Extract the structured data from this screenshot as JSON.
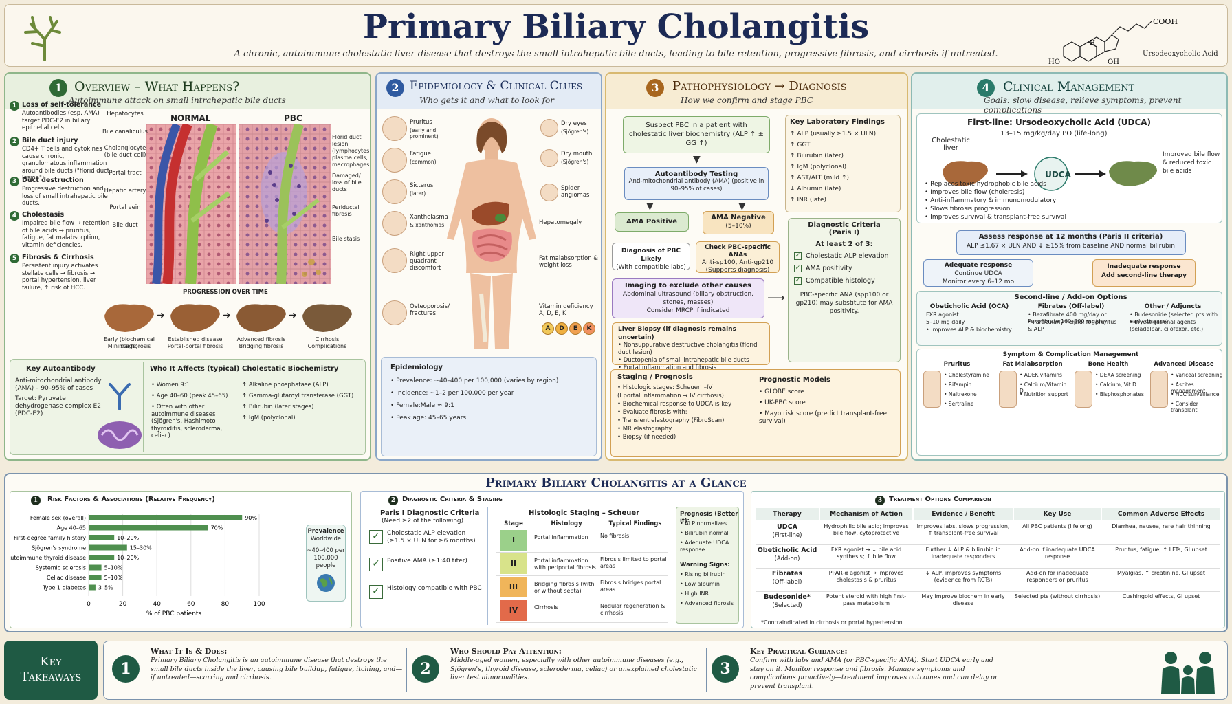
{
  "header": {
    "title": "Primary Biliary Cholangitis",
    "subtitle": "A chronic, autoimmune cholestatic liver disease that destroys the small intrahepatic bile ducts, leading to bile retention, progressive fibrosis, and cirrhosis if untreated.",
    "molecule_label": "Ursodeoxycholic Acid",
    "molecule_cooh": "COOH",
    "molecule_h": "H",
    "molecule_ho": "HO",
    "molecule_oh": "OH"
  },
  "overview": {
    "num": "1",
    "title": "Overview – What Happens?",
    "subtitle": "Autoimmune attack on small intrahepatic bile ducts",
    "steps": [
      {
        "n": "1",
        "title": "Loss of self-tolerance",
        "text": "Autoantibodies (esp. AMA) target PDC-E2 in biliary epithelial cells."
      },
      {
        "n": "2",
        "title": "Bile duct injury",
        "text": "CD4+ T cells and cytokines cause chronic, granulomatous inflammation around bile ducts (\"florid duct lesion\")."
      },
      {
        "n": "3",
        "title": "Duct destruction",
        "text": "Progressive destruction and loss of small intrahepatic bile ducts."
      },
      {
        "n": "4",
        "title": "Cholestasis",
        "text": "Impaired bile flow → retention of bile acids → pruritus, fatigue, fat malabsorption, vitamin deficiencies."
      },
      {
        "n": "5",
        "title": "Fibrosis & Cirrhosis",
        "text": "Persistent injury activates stellate cells → fibrosis → portal hypertension, liver failure, ↑ risk of HCC."
      }
    ],
    "normal_label": "NORMAL",
    "pbc_label": "PBC",
    "left_labels": [
      "Hepatocytes",
      "Bile canaliculus",
      "Cholangiocyte (bile duct cell)",
      "Portal tract",
      "Hepatic artery",
      "Portal vein",
      "Bile duct"
    ],
    "right_labels": [
      "Florid duct lesion (lymphocytes, plasma cells, macrophages)",
      "Damaged/ loss of bile ducts",
      "Periductal fibrosis",
      "Bile stasis"
    ],
    "progression_title": "PROGRESSION OVER TIME",
    "progression": [
      {
        "l1": "Early (biochemical stage)",
        "l2": "Minimal fibrosis"
      },
      {
        "l1": "Established disease",
        "l2": "Portal-portal fibrosis"
      },
      {
        "l1": "Advanced fibrosis",
        "l2": "Bridging fibrosis"
      },
      {
        "l1": "Cirrhosis",
        "l2": "Complications"
      }
    ],
    "key_auto_title": "Key Autoantibody",
    "key_auto_text1": "Anti-mitochondrial antibody (AMA) – 90–95% of cases",
    "key_auto_text2": "Target: Pyruvate dehydrogenase complex E2 (PDC-E2)",
    "who_title": "Who It Affects (typical)",
    "who_items": [
      "Women 9:1",
      "Age 40–60 (peak 45–65)",
      "Often with other autoimmune diseases (Sjögren's, Hashimoto thyroiditis, scleroderma, celiac)"
    ],
    "chol_title": "Cholestatic Biochemistry",
    "chol_items": [
      "↑ Alkaline phosphatase (ALP)",
      "↑ Gamma-glutamyl transferase (GGT)",
      "↑ Bilirubin (later stages)",
      "↑ IgM (polyclonal)"
    ]
  },
  "epi": {
    "num": "2",
    "title": "Epidemiology & Clinical Clues",
    "subtitle": "Who gets it and what to look for",
    "left_signs": [
      {
        "t": "Pruritus",
        "s": "(early and prominent)"
      },
      {
        "t": "Fatigue",
        "s": "(common)"
      },
      {
        "t": "Sicterus",
        "s": "(later)"
      },
      {
        "t": "Xanthelasma",
        "s": "& xanthomas"
      },
      {
        "t": "Right upper quadrant discomfort",
        "s": ""
      },
      {
        "t": "Osteoporosis/ fractures",
        "s": ""
      }
    ],
    "right_signs": [
      {
        "t": "Dry eyes",
        "s": "(Sjögren's)"
      },
      {
        "t": "Dry mouth",
        "s": "(Sjögren's)"
      },
      {
        "t": "Spider angiomas",
        "s": ""
      },
      {
        "t": "Hepatomegaly",
        "s": ""
      },
      {
        "t": "Fat malabsorption & weight loss",
        "s": ""
      },
      {
        "t": "Vitamin deficiency A, D, E, K",
        "s": ""
      }
    ],
    "vitamins": [
      "A",
      "D",
      "E",
      "K"
    ],
    "epi_title": "Epidemiology",
    "epi_items": [
      "Prevalence: ~40–400 per 100,000 (varies by region)",
      "Incidence: ~1–2 per 100,000 per year",
      "Female:Male ≈ 9:1",
      "Peak age: 45–65 years"
    ]
  },
  "patho": {
    "num": "3",
    "title": "Pathophysiology → Diagnosis",
    "subtitle": "How we confirm and stage PBC",
    "suspect": "Suspect PBC in a patient with cholestatic liver biochemistry (ALP ↑ ± GG ↑)",
    "auto_title": "Autoantibody Testing",
    "auto_text": "Anti-mitochondrial antibody (AMA) (positive in 90–95% of cases)",
    "ama_pos": "AMA Positive",
    "ama_neg": "AMA Negative",
    "ama_neg_sub": "(5–10%)",
    "diag_likely": "Diagnosis of PBC Likely",
    "diag_likely_sub": "(With compatible labs)",
    "check_title": "Check PBC-specific ANAs",
    "check_text": "Anti-sp100, Anti-gp210 (Supports diagnosis)",
    "imaging_title": "Imaging to exclude other causes",
    "imaging_text": "Abdominal ultrasound (biliary obstruction, stones, masses)",
    "imaging_text2": "Consider MRCP if indicated",
    "biopsy_title": "Liver Biopsy (if diagnosis remains uncertain)",
    "biopsy_items": [
      "Nonsuppurative destructive cholangitis (florid duct lesion)",
      "Ductopenia of small intrahepatic bile ducts",
      "Portal inflammation and fibrosis"
    ],
    "labs_title": "Key Laboratory Findings",
    "labs": [
      "↑ ALP (usually ≥1.5 × ULN)",
      "↑ GGT",
      "↑ Bilirubin (later)",
      "↑ IgM (polyclonal)",
      "↑ AST/ALT (mild ↑)",
      "↓ Albumin (late)",
      "↑ INR (late)"
    ],
    "crit_title": "Diagnostic Criteria",
    "crit_sub": "(Paris I)",
    "crit_lead": "At least 2 of 3:",
    "crit_items": [
      "Cholestatic ALP elevation",
      "AMA positivity",
      "Compatible histology"
    ],
    "crit_note": "PBC-specific ANA (spp100 or gp210) may substitute for AMA positivity.",
    "stage_title": "Staging / Prognosis",
    "stage_items": [
      "Histologic stages: Scheuer I–IV",
      "(I portal inflammation → IV cirrhosis)",
      "Biochemical response to UDCA is key",
      "Evaluate fibrosis with:",
      "• Transient elastography (FibroScan)",
      "• MR elastography",
      "• Biopsy (if needed)"
    ],
    "prog_title": "Prognostic Models",
    "prog_items": [
      "GLOBE score",
      "UK-PBC score",
      "Mayo risk score (predict transplant-free survival)"
    ]
  },
  "mgmt": {
    "num": "4",
    "title": "Clinical Management",
    "subtitle": "Goals: slow disease, relieve symptoms, prevent complications",
    "first_line": "First-line: Ursodeoxycholic Acid (UDCA)",
    "dose": "13–15 mg/kg/day PO (life-long)",
    "chol_liver": "Cholestatic liver",
    "udca": "UDCA",
    "improved": "Improved bile flow & reduced toxic bile acids",
    "benefits": [
      "Replaces toxic hydrophobic bile acids",
      "Improves bile flow (choleresis)",
      "Anti-inflammatory & immunomodulatory",
      "Slows fibrosis progression",
      "Improves survival & transplant-free survival"
    ],
    "assess_title": "Assess response at 12 months (Paris II criteria)",
    "assess_text": "ALP ≤1.67 × ULN AND ↓ ≥15% from baseline AND normal bilirubin",
    "adequate_t": "Adequate response",
    "adequate_1": "Continue UDCA",
    "adequate_2": "Monitor every 6–12 mo",
    "inadequate_t": "Inadequate response",
    "inadequate_1": "Add second-line therapy",
    "second_title": "Second-line / Add-on Options",
    "second": [
      {
        "t": "Obeticholic Acid (OCA)",
        "items": [
          "FXR agonist",
          "5–10 mg daily",
          "Improves ALP & biochemistry"
        ]
      },
      {
        "t": "Fibrates (Off-label)",
        "items": [
          "Bezafibrate 400 mg/day or Fenofibrate 160–200 mg/day",
          "Particularly helpful for pruritus & ALP"
        ]
      },
      {
        "t": "Other / Adjuncts",
        "items": [
          "Budesonide (selected pts with early disease)",
          "Investigational agents (seladelpar, cilofexor, etc.)"
        ]
      }
    ],
    "sym_title": "Symptom & Complication Management",
    "sym": [
      {
        "t": "Pruritus",
        "items": [
          "Cholestyramine",
          "Rifampin",
          "Naltrexone",
          "Sertraline"
        ]
      },
      {
        "t": "Fat Malabsorption",
        "items": [
          "ADEK vitamins",
          "Calcium/Vitamin D",
          "Nutrition support"
        ]
      },
      {
        "t": "Bone Health",
        "items": [
          "DEXA screening",
          "Calcium, Vit D",
          "Bisphosphonates"
        ]
      },
      {
        "t": "Advanced Disease",
        "items": [
          "Variceal screening",
          "Ascites management",
          "HCC surveillance",
          "Consider transplant"
        ]
      }
    ]
  },
  "glance": {
    "title": "Primary Biliary Cholangitis at a Glance",
    "risk_num": "1",
    "risk_title": "Risk Factors & Associations (Relative Frequency)",
    "prev_title": "Prevalence",
    "prev_sub": "Worldwide",
    "prev_val": "~40–400 per 100,000 people",
    "diag_num": "2",
    "diag_title": "Diagnostic Criteria & Staging",
    "paris_title": "Paris I Diagnostic Criteria",
    "paris_sub": "(Need ≥2 of the following)",
    "paris_items": [
      "Cholestatic ALP elevation (≥1.5 × ULN for ≥6 months)",
      "Positive AMA (≥1:40 titer)",
      "Histology compatible with PBC"
    ],
    "scheuer_title": "Histologic Staging – Scheuer",
    "scheuer_headers": [
      "Stage",
      "Histology",
      "Typical Findings"
    ],
    "scheuer_rows": [
      {
        "stage": "I",
        "hist": "Portal inflammation",
        "find": "No fibrosis",
        "color": "#9bd08a"
      },
      {
        "stage": "II",
        "hist": "Portal inflammation with periportal fibrosis",
        "find": "Fibrosis limited to portal areas",
        "color": "#d8e38a"
      },
      {
        "stage": "III",
        "hist": "Bridging fibrosis (with or without septa)",
        "find": "Fibrosis bridges portal areas",
        "color": "#f0b55a"
      },
      {
        "stage": "IV",
        "hist": "Cirrhosis",
        "find": "Nodular regeneration & cirrhosis",
        "color": "#e26a4a"
      }
    ],
    "prog_title": "Prognosis (Better if):",
    "prog_items": [
      "ALP normalizes",
      "Bilirubin normal",
      "Adequate UDCA response"
    ],
    "warn_title": "Warning Signs:",
    "warn_items": [
      "Rising bilirubin",
      "Low albumin",
      "High INR",
      "Advanced fibrosis"
    ],
    "treat_num": "3",
    "treat_title": "Treatment Options Comparison",
    "treat_headers": [
      "Therapy",
      "Mechanism of Action",
      "Evidence / Benefit",
      "Key Use",
      "Common Adverse Effects"
    ],
    "treat_rows": [
      {
        "therapy": "UDCA",
        "sub": "(First-line)",
        "moa": "Hydrophilic bile acid; improves bile flow, cytoprotective",
        "ev": "Improves labs, slows progression, ↑ transplant-free survival",
        "use": "All PBC patients (lifelong)",
        "ae": "Diarrhea, nausea, rare hair thinning"
      },
      {
        "therapy": "Obeticholic Acid",
        "sub": "(Add-on)",
        "moa": "FXR agonist → ↓ bile acid synthesis; ↑ bile flow",
        "ev": "Further ↓ ALP & bilirubin in inadequate responders",
        "use": "Add-on if inadequate UDCA response",
        "ae": "Pruritus, fatigue, ↑ LFTs, GI upset"
      },
      {
        "therapy": "Fibrates",
        "sub": "(Off-label)",
        "moa": "PPAR-α agonist → improves cholestasis & pruritus",
        "ev": "↓ ALP, improves symptoms (evidence from RCTs)",
        "use": "Add-on for inadequate responders or pruritus",
        "ae": "Myalgias, ↑ creatinine, GI upset"
      },
      {
        "therapy": "Budesonide*",
        "sub": "(Selected)",
        "moa": "Potent steroid with high first-pass metabolism",
        "ev": "May improve biochem in early disease",
        "use": "Selected pts (without cirrhosis)",
        "ae": "Cushingoid effects, GI upset"
      }
    ],
    "treat_note": "*Contraindicated in cirrhosis or portal hypertension."
  },
  "chart_data": {
    "type": "bar",
    "orientation": "horizontal",
    "categories": [
      "Female sex (overall)",
      "Age 40–65",
      "First-degree family history",
      "Sjögren's syndrome",
      "Autoimmune thyroid disease",
      "Systemic sclerosis",
      "Celiac disease",
      "Type 1 diabetes"
    ],
    "values": [
      90,
      70,
      15,
      22.5,
      15,
      7.5,
      7.5,
      4
    ],
    "value_labels": [
      "90%",
      "70%",
      "10–20%",
      "15–30%",
      "10–20%",
      "5–10%",
      "5–10%",
      "3–5%"
    ],
    "xlabel": "% of PBC patients",
    "xlim": [
      0,
      100
    ],
    "ticks": [
      "0",
      "20",
      "40",
      "60",
      "80",
      "100"
    ],
    "bar_color": "#4f8f4f"
  },
  "takeaways": {
    "title1": "Key",
    "title2": "Takeaways",
    "items": [
      {
        "n": "1",
        "t": "What It Is & Does:",
        "text": "Primary Biliary Cholangitis is an autoimmune disease that destroys the small bile ducts inside the liver, causing bile buildup, fatigue, itching, and—if untreated—scarring and cirrhosis."
      },
      {
        "n": "2",
        "t": "Who Should Pay Attention:",
        "text": "Middle-aged women, especially with other autoimmune diseases (e.g., Sjögren's, thyroid disease, scleroderma, celiac) or unexplained cholestatic liver test abnormalities."
      },
      {
        "n": "3",
        "t": "Key Practical Guidance:",
        "text": "Confirm with labs and AMA (or PBC-specific ANA). Start UDCA early and stay on it. Monitor response and fibrosis. Manage symptoms and complications proactively—treatment improves outcomes and can delay or prevent transplant."
      }
    ]
  }
}
